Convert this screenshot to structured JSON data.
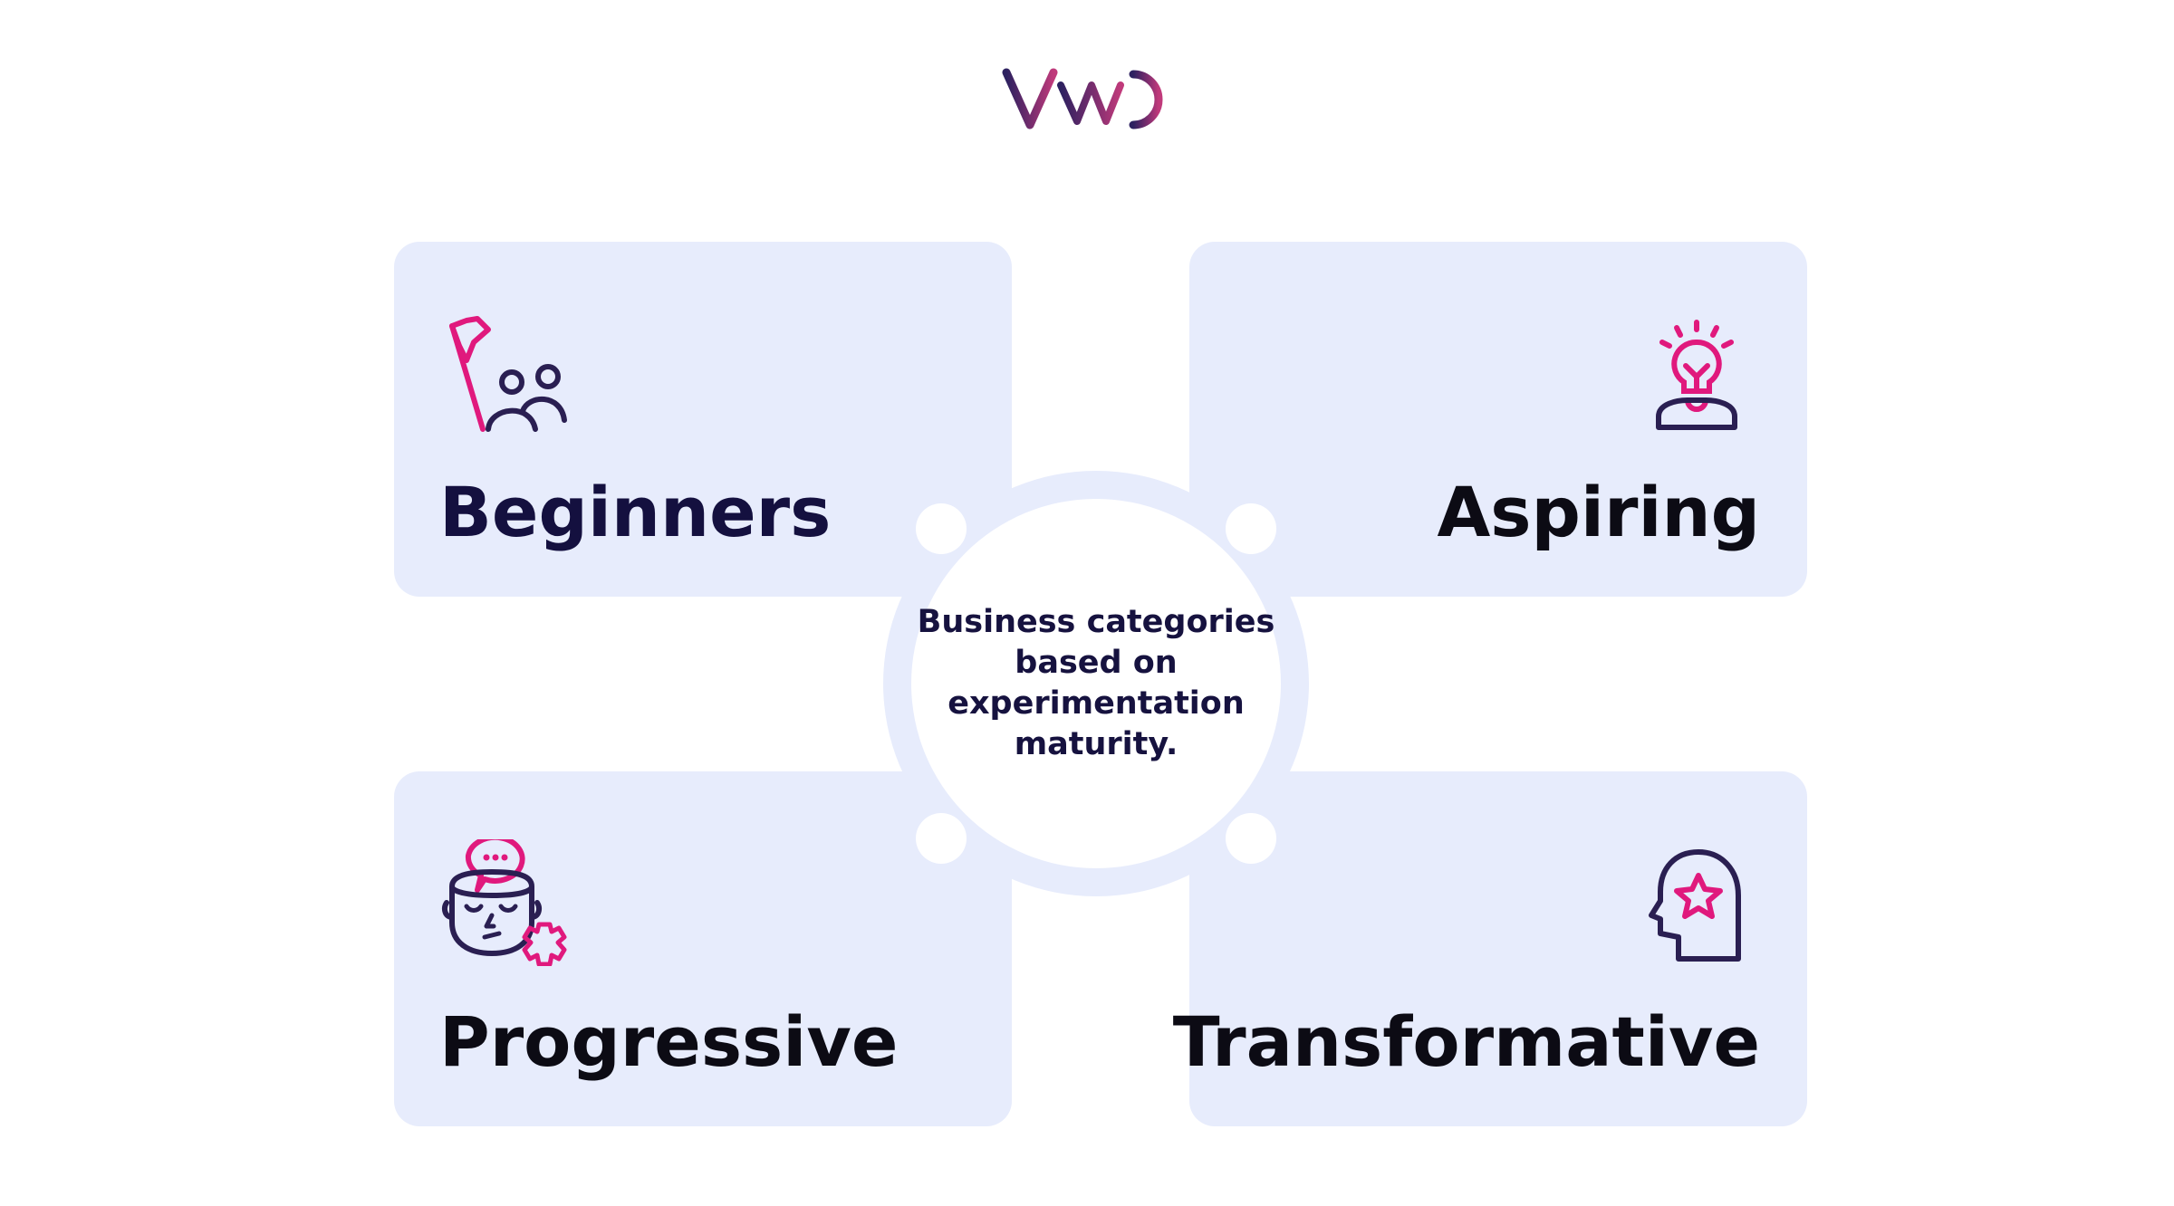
{
  "logo": {
    "text": "VWO",
    "colors": [
      "#2d2160",
      "#c03a7b"
    ]
  },
  "center": {
    "label": "Business categories based on experimentation maturity."
  },
  "categories": [
    {
      "label": "Beginners",
      "icon": "flag-people-icon"
    },
    {
      "label": "Aspiring",
      "icon": "lightbulb-person-icon"
    },
    {
      "label": "Progressive",
      "icon": "thinking-head-gear-icon"
    },
    {
      "label": "Transformative",
      "icon": "head-star-icon"
    }
  ],
  "colors": {
    "card_background": "#e7ecfc",
    "ring": "#e7ecfc",
    "icon_primary": "#2a1f52",
    "icon_accent": "#e0197d",
    "title_text": "#14103f"
  }
}
